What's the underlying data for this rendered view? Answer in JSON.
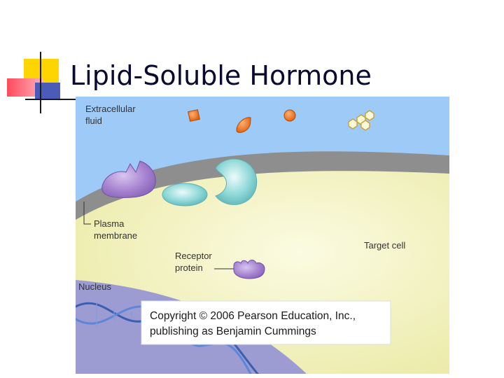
{
  "title": "Lipid-Soluble Hormone",
  "figure": {
    "labels": {
      "extracellular_line1": "Extracellular",
      "extracellular_line2": "fluid",
      "plasma_line1": "Plasma",
      "plasma_line2": "membrane",
      "receptor_line1": "Receptor",
      "receptor_line2": "protein",
      "target_cell": "Target cell",
      "nucleus": "Nucleus"
    },
    "copyright_line1": "Copyright © 2006 Pearson Education, Inc.,",
    "copyright_line2": "publishing as Benjamin Cummings"
  },
  "colors": {
    "extracellular": "#9dcaf6",
    "membrane": "#8e8e8e",
    "cytoplasm": "#f2f0b8",
    "nucleus": "#9c9cd2",
    "hormone": "#e8701a",
    "receptor": "#a07acc",
    "channel_protein": "#7fcfd0",
    "dna": "#3a5fb0"
  }
}
